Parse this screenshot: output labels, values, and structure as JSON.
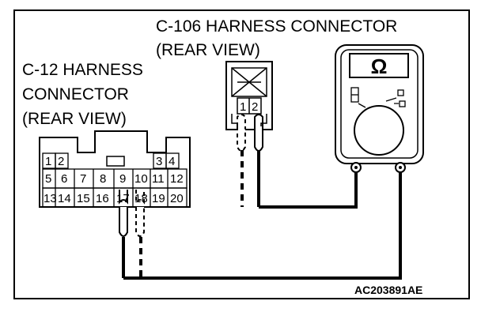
{
  "labels": {
    "c106_line1": "C-106 HARNESS CONNECTOR",
    "c106_line2": "(REAR VIEW)",
    "c12_line1": "C-12 HARNESS",
    "c12_line2": "CONNECTOR",
    "c12_line3": "(REAR VIEW)",
    "code": "AC203891AE"
  },
  "meter": {
    "unit": "Ω"
  },
  "c106_pins": [
    "1",
    "2"
  ],
  "c12_pins": {
    "row1_left": [
      "1",
      "2"
    ],
    "row1_right": [
      "3",
      "4"
    ],
    "row2": [
      "5",
      "6",
      "7",
      "8",
      "9",
      "10",
      "11",
      "12"
    ],
    "row3": [
      "13",
      "14",
      "15",
      "16",
      "17",
      "18",
      "19",
      "20"
    ]
  }
}
